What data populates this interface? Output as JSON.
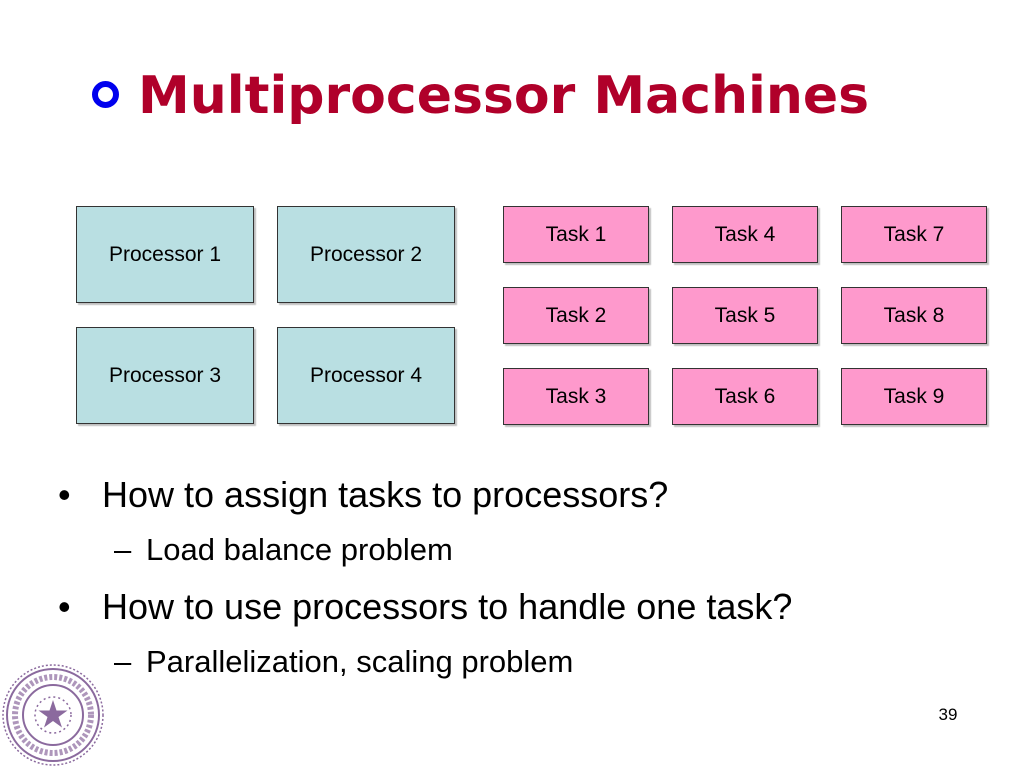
{
  "slide": {
    "title": "Multiprocessor Machines",
    "page_number": "39",
    "colors": {
      "title": "#b0002a",
      "title_bullet": "#0000ee",
      "processor_fill": "#b9dfe2",
      "task_fill": "#fe99cc",
      "seal": "#8b6a9e"
    }
  },
  "processors": [
    "Processor 1",
    "Processor 2",
    "Processor 3",
    "Processor 4"
  ],
  "tasks": [
    "Task 1",
    "Task 4",
    "Task 7",
    "Task 2",
    "Task 5",
    "Task 8",
    "Task 3",
    "Task 6",
    "Task 9"
  ],
  "bullets": [
    {
      "mark": "•",
      "text": "How to assign tasks to processors?",
      "sub": {
        "mark": "–",
        "text": "Load balance problem"
      }
    },
    {
      "mark": "•",
      "text": "How to use processors to handle one task?",
      "sub": {
        "mark": "–",
        "text": "Parallelization, scaling problem"
      }
    }
  ]
}
